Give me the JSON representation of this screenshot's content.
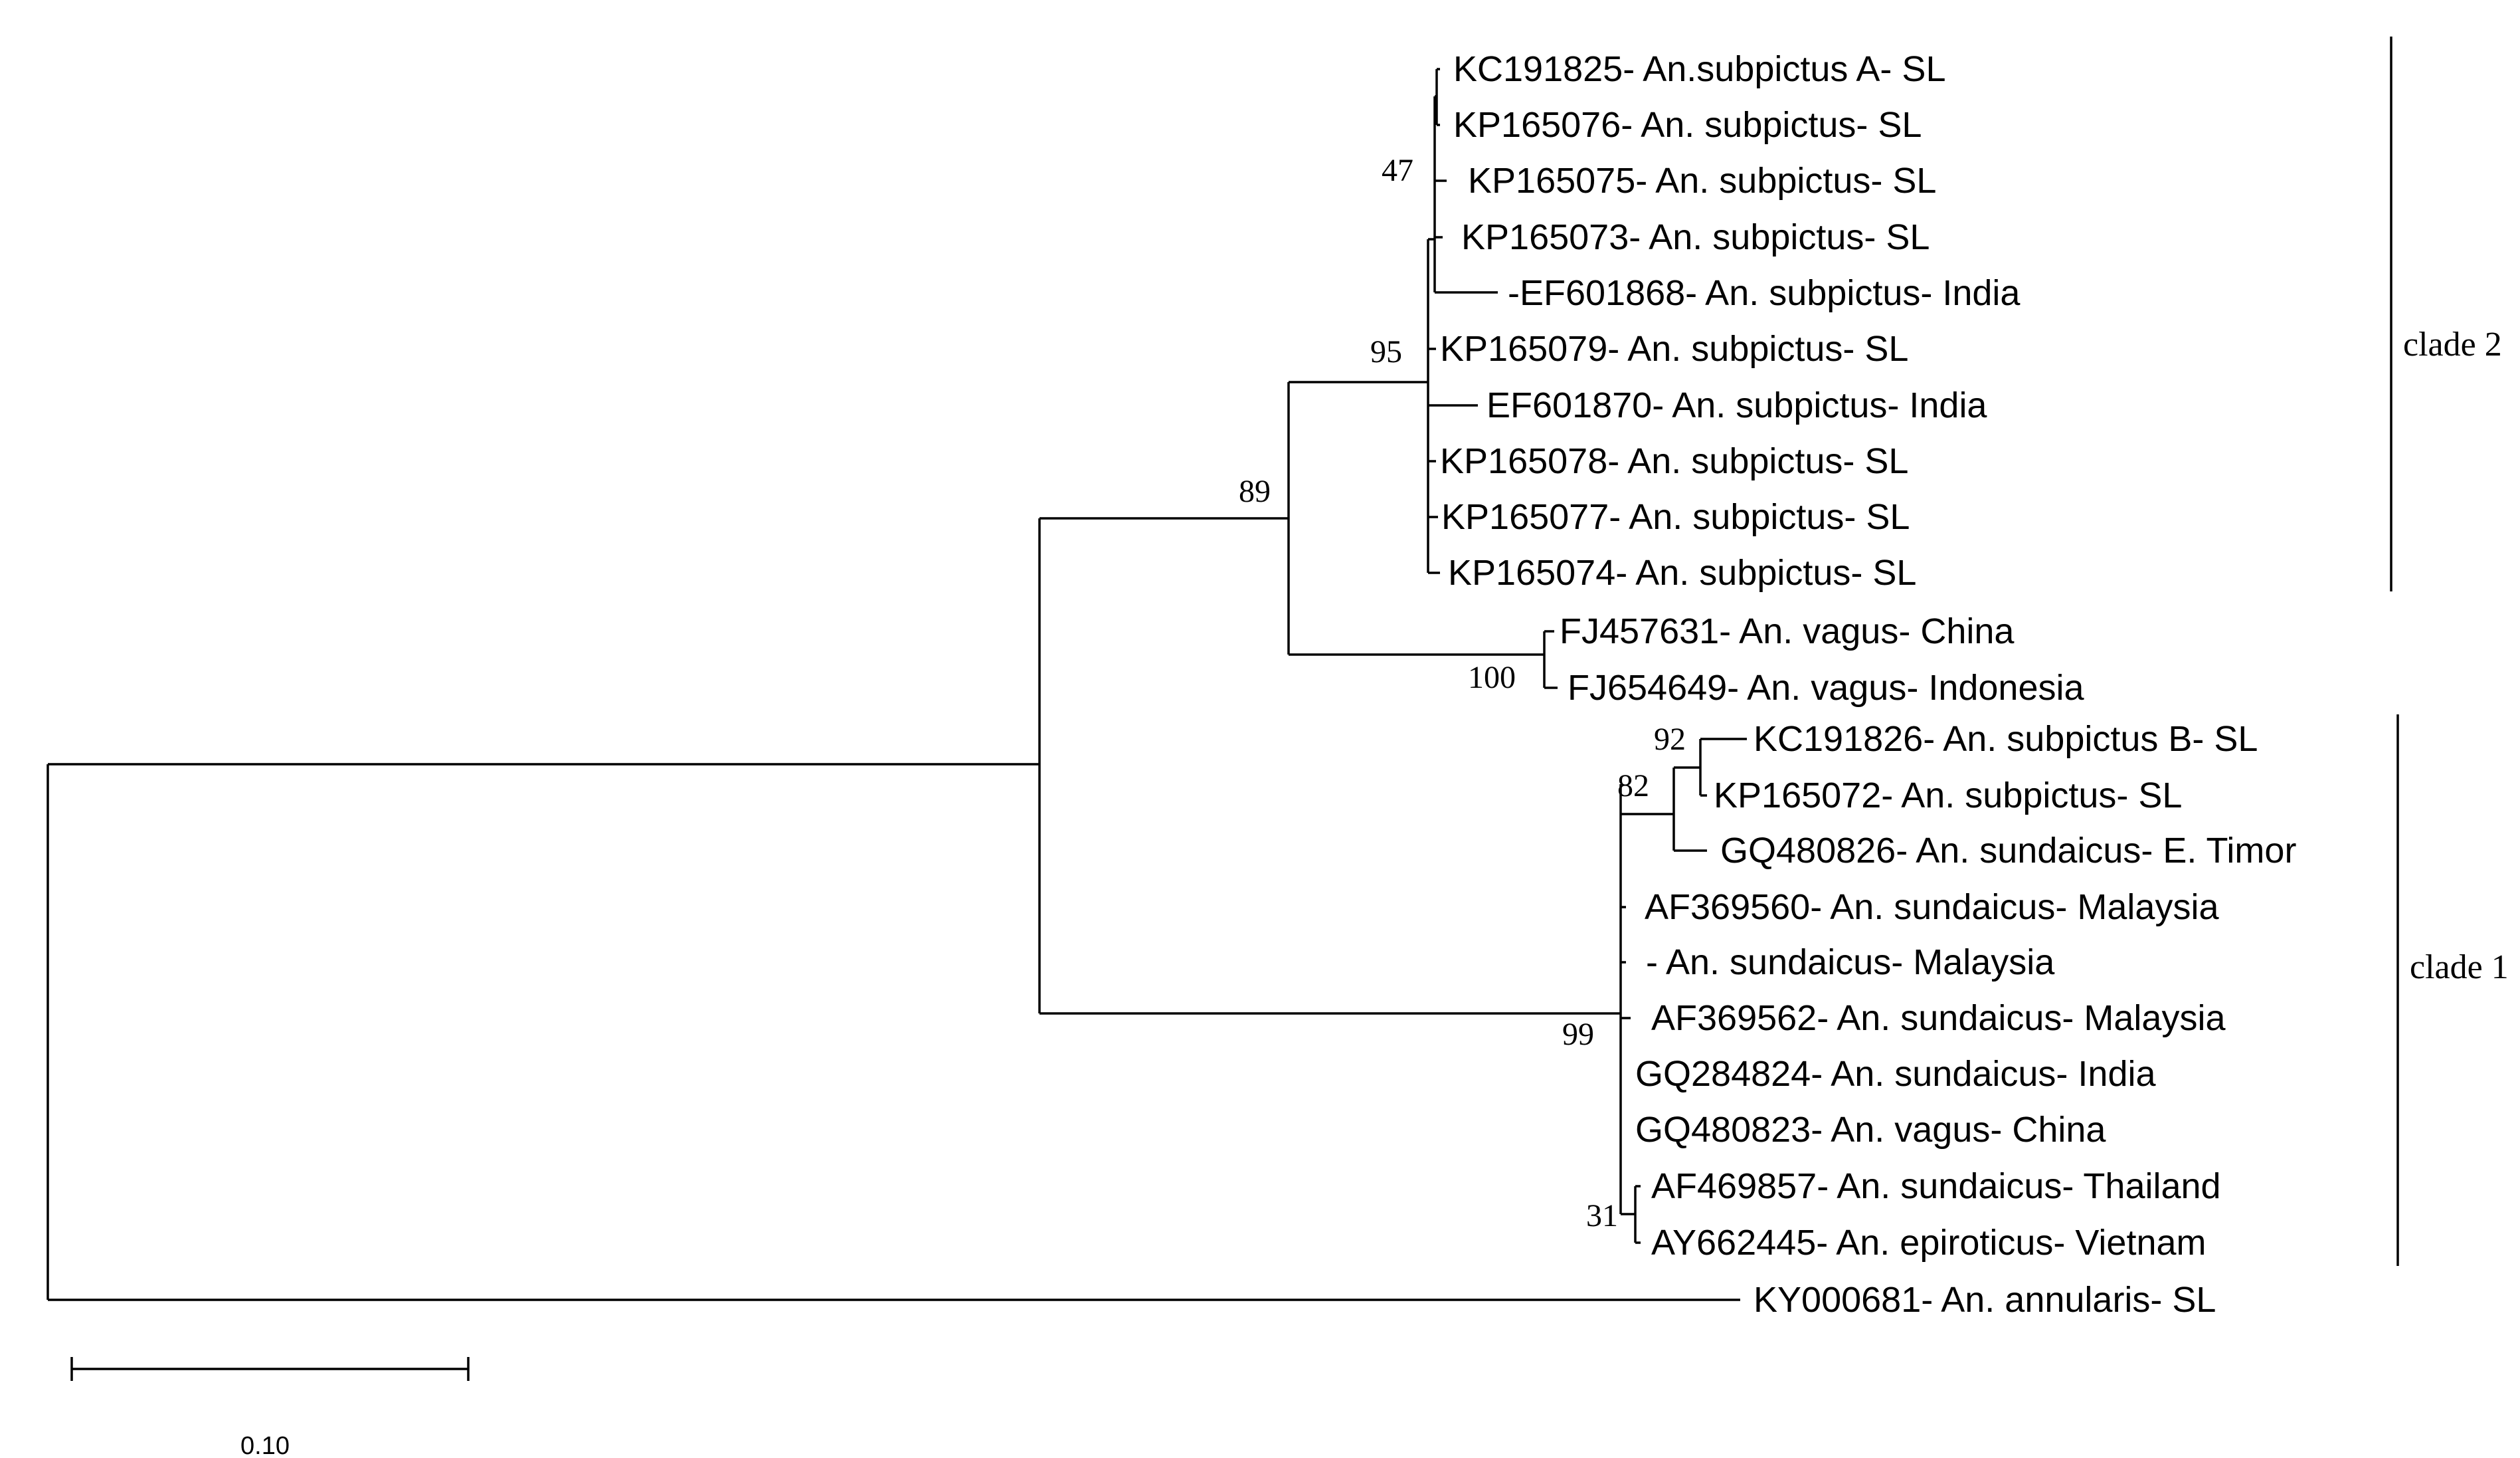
{
  "taxa": [
    "KC191825- An.subpictus A- SL",
    "KP165076- An. subpictus- SL",
    "KP165075- An. subpictus- SL",
    "KP165073- An. subpictus- SL",
    "-EF601868- An. subpictus- India",
    "KP165079- An. subpictus- SL",
    "EF601870- An. subpictus- India",
    "KP165078- An. subpictus- SL",
    "KP165077- An. subpictus- SL",
    "KP165074- An. subpictus- SL",
    "FJ457631- An. vagus- China",
    "FJ654649- An. vagus- Indonesia",
    "KC191826- An. subpictus B- SL",
    "KP165072- An. subpictus- SL",
    "GQ480826- An. sundaicus- E. Timor",
    "AF369560- An. sundaicus- Malaysia",
    "- An. sundaicus- Malaysia",
    "AF369562- An. sundaicus- Malaysia",
    "GQ284824- An. sundaicus- India",
    "GQ480823- An. vagus- China",
    "AF469857- An. sundaicus- Thailand",
    "AY662445- An. epiroticus- Vietnam",
    "KY000681- An. annularis- SL"
  ],
  "support_values": [
    "47",
    "95",
    "89",
    "100",
    "92",
    "82",
    "99",
    "31"
  ],
  "clades": [
    {
      "label": "clade 2",
      "first_taxon": 0,
      "last_taxon": 9
    },
    {
      "label": "clade 1",
      "first_taxon": 12,
      "last_taxon": 21
    }
  ],
  "scale_bar": {
    "label": "0.10",
    "length": 0.1
  }
}
